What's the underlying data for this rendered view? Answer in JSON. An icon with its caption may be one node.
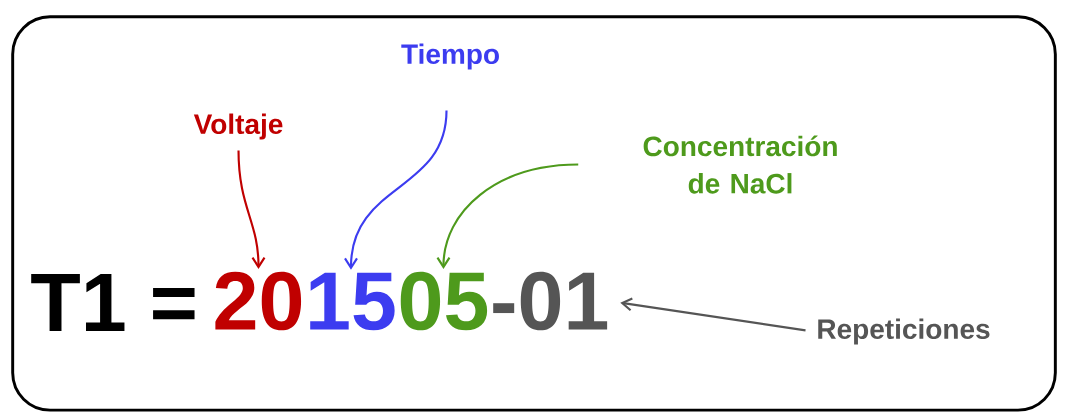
{
  "diagram": {
    "nodes": [
      {
        "text": [],
        "shape": "box"
      },
      {
        "text": [
          "Voltaje"
        ],
        "in": 0
      },
      {
        "text": [
          "Tiempo"
        ],
        "in": 0
      },
      {
        "text": [
          "Concentración de NaCl"
        ],
        "in": 0
      },
      {
        "text": [
          "20"
        ],
        "in": 0
      },
      {
        "text": [
          "15"
        ],
        "in": 0
      },
      {
        "text": [
          "05"
        ],
        "in": 0
      },
      {
        "text": [
          "-01"
        ],
        "in": 0
      },
      {
        "text": [
          "Repeticiones"
        ],
        "in": 0
      }
    ],
    "edges": [
      {
        "from": 1,
        "to": 4,
        "arrow": "to",
        "color": "#c00000"
      },
      {
        "from": 2,
        "to": 5,
        "arrow": "to",
        "color": "#3c3cf0"
      },
      {
        "from": 3,
        "to": 6,
        "arrow": "to",
        "color": "#4e9a1c"
      },
      {
        "from": 8,
        "to": 7,
        "arrow": "to",
        "color": "#555555"
      }
    ],
    "labels": [
      "T1 ="
    ]
  }
}
